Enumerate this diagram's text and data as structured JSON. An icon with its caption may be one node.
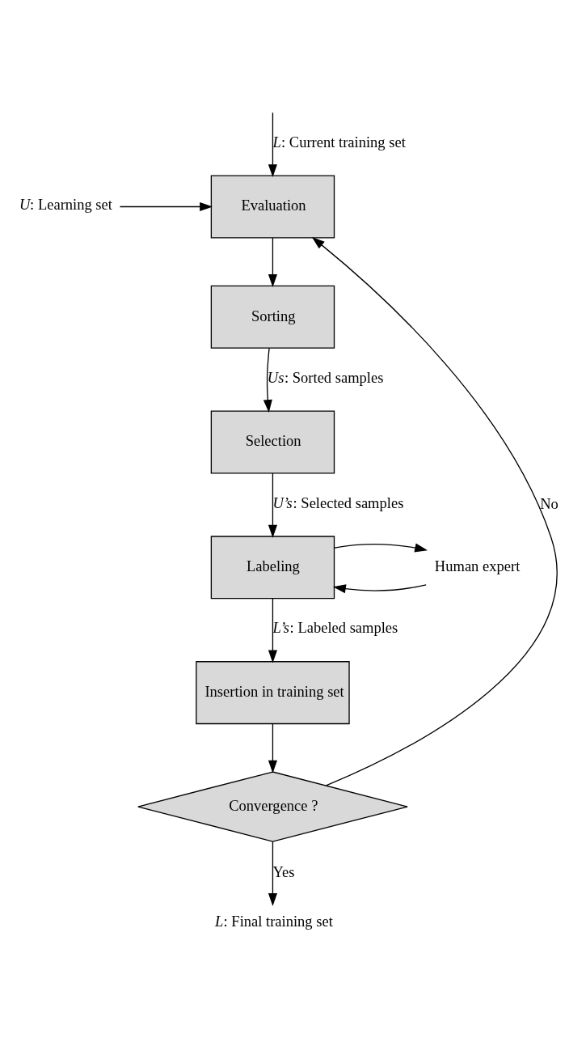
{
  "diagram": {
    "nodes": [
      {
        "text": [
          "Evaluation"
        ]
      },
      {
        "text": [
          "Sorting"
        ]
      },
      {
        "text": [
          "Selection"
        ]
      },
      {
        "text": [
          "Labeling"
        ]
      },
      {
        "text": [
          "Insertion in training set"
        ]
      },
      {
        "text": [
          "Convergence ?"
        ]
      },
      {
        "text": [
          "*U*: Learning set"
        ]
      },
      {
        "text": [
          "Human expert"
        ]
      },
      {
        "text": [
          "*L*: Final training set"
        ]
      }
    ],
    "edges": [
      {
        "from": null,
        "to": 0,
        "arrow": "to",
        "label": "*L*: Current training set"
      },
      {
        "from": 5,
        "to": 0,
        "arrow": "to",
        "label": "No"
      },
      {
        "from": 6,
        "to": 0,
        "arrow": "to"
      },
      {
        "from": 0,
        "to": 1,
        "arrow": "to"
      },
      {
        "from": 1,
        "to": 2,
        "arrow": "to",
        "label": "*Us*: Sorted samples"
      },
      {
        "from": 2,
        "to": 3,
        "arrow": "to",
        "label": "*U’s*: Selected samples"
      },
      {
        "from": 7,
        "to": 3,
        "arrow": "to"
      },
      {
        "from": 3,
        "to": 7,
        "arrow": "to"
      },
      {
        "from": 3,
        "to": 4,
        "arrow": "to",
        "label": "*L’s*: Labeled samples"
      },
      {
        "from": 4,
        "to": 5,
        "arrow": "to"
      },
      {
        "from": 5,
        "to": 8,
        "arrow": "to",
        "label": "Yes"
      }
    ]
  }
}
